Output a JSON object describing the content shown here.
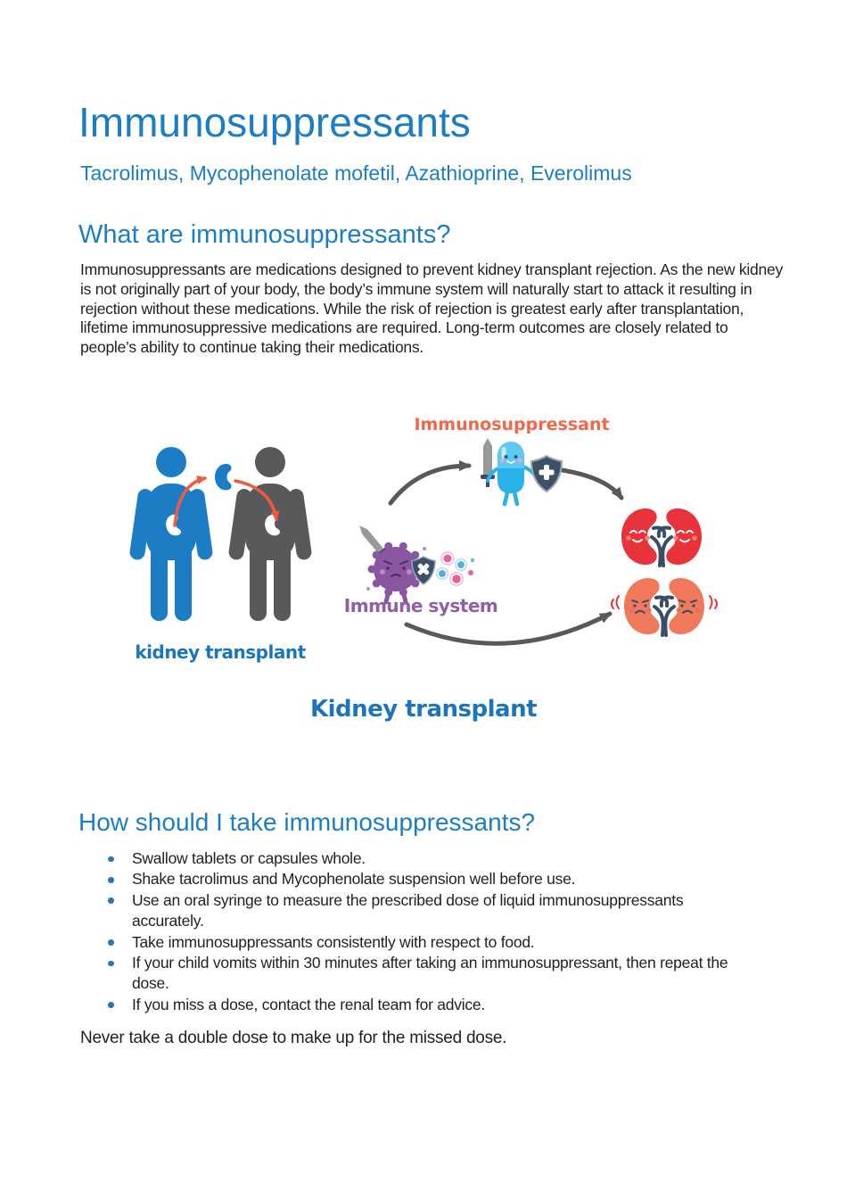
{
  "page": {
    "title": "Immunosuppressants",
    "subtitle": "Tacrolimus, Mycophenolate mofetil, Azathioprine, Everolimus"
  },
  "section_what": {
    "heading": "What are immunosuppressants?",
    "body": "Immunosuppressants are medications designed to prevent kidney transplant rejection. As the new kidney is not originally part of your body, the body’s immune system will naturally start to attack it resulting in rejection without these medications. While the risk of rejection is greatest early after transplantation, lifetime immunosuppressive medications are required. Long-term outcomes are closely related to people’s ability to continue taking their medications."
  },
  "figure": {
    "label_immunosuppressant": "Immunosuppressant",
    "label_immune_system": "Immune system",
    "label_kidney_transplant_small": "kidney transplant",
    "caption": "Kidney transplant"
  },
  "section_how": {
    "heading": "How should I take immunosuppressants?",
    "bullets": [
      "Swallow tablets or capsules whole.",
      "Shake tacrolimus and Mycophenolate suspension well before use.",
      "Use an oral syringe to measure the prescribed dose of liquid immunosuppressants accurately.",
      "Take immunosuppressants consistently with respect to food.",
      "If your child vomits within 30 minutes after taking an immunosuppressant, then repeat the dose.",
      "If you miss a dose, contact the renal team for advice."
    ],
    "note": "Never take a double dose to make up for the missed dose."
  },
  "colors": {
    "heading_blue": "#1b7ec5",
    "caption_blue": "#1b75bc",
    "bullet_blue": "#2e74b8",
    "text_dark": "#231f20",
    "orange_label": "#f26649",
    "purple_label": "#8c5fa8",
    "donor_blue": "#1d7dc4",
    "recipient_gray": "#58595b",
    "arrow_gray": "#58595b",
    "arrow_orange": "#f05a41",
    "healthy_red": "#e8333a",
    "rejected_orange": "#f0795c",
    "vessel_navy": "#3b4d63",
    "shield_navy": "#3e5066",
    "pill_blue": "#29b2e8",
    "pill_blue_light": "#5ec8f2",
    "virus_purple": "#8a56a1",
    "particle_pink": "#ec5f9e",
    "particle_blue": "#56aede",
    "sword_gray": "#97999b"
  }
}
